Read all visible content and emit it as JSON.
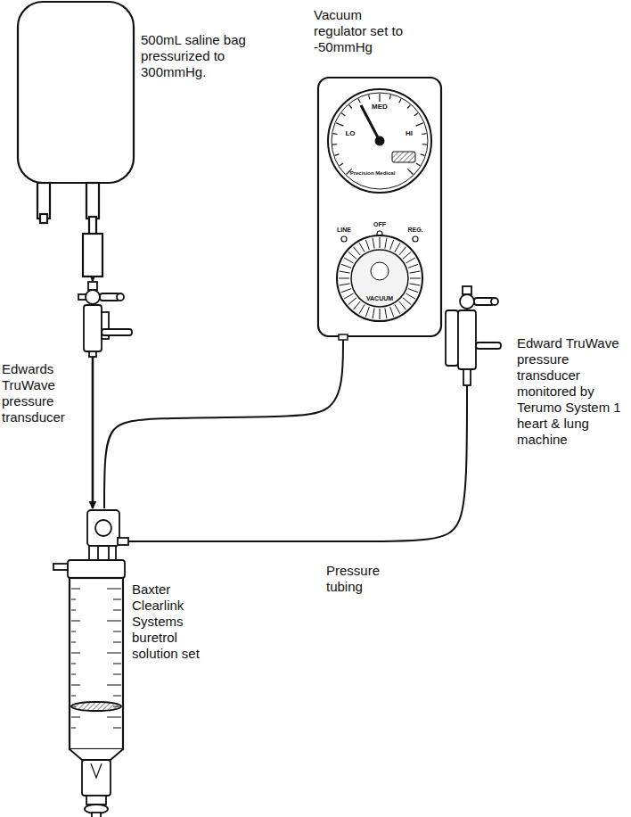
{
  "diagram": {
    "nodes": [
      {
        "text": [
          "500mL saline bag pressurized to 300mmHg."
        ]
      },
      {
        "text": [
          "Edwards TruWave pressure transducer"
        ]
      },
      {
        "text": [
          "Vacuum regulator set to -50mmHg"
        ]
      },
      {
        "text": [
          "Edward TruWave pressure transducer monitored by Terumo System 1 heart & lung machine"
        ]
      },
      {
        "text": [
          "Baxter Clearlink Systems buretrol solution set"
        ]
      }
    ],
    "edges": [
      {
        "from": 0,
        "to": 1,
        "arrow": "to"
      },
      {
        "from": 1,
        "to": 4,
        "arrow": "to"
      },
      {
        "from": 2,
        "to": 4,
        "arrow": "none"
      },
      {
        "from": 3,
        "to": 4,
        "arrow": "none",
        "label": "Pressure tubing"
      }
    ],
    "labels": [
      "MED",
      "LO",
      "HI",
      "Precision Medical",
      "LINE",
      "OFF",
      "REG.",
      "VACUUM"
    ]
  }
}
